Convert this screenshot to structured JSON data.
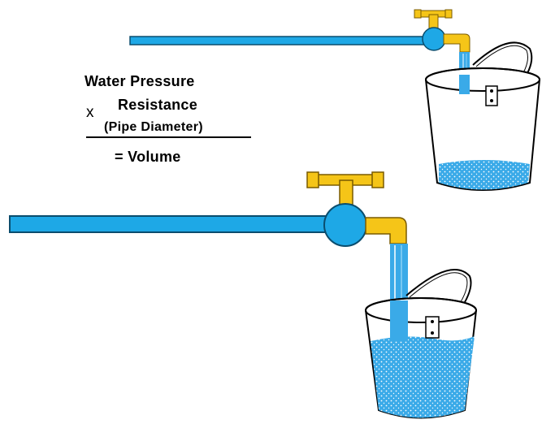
{
  "formula": {
    "line1": "Water Pressure",
    "operator": "x",
    "line2": "Resistance",
    "line3": "(Pipe Diameter)",
    "line4": "=  Volume"
  },
  "colors": {
    "pipe": "#1ea8e6",
    "pipe_outline": "#0a4d6e",
    "valve": "#f5c518",
    "valve_outline": "#7a5b00",
    "water": "#3aaae8",
    "bucket_outline": "#000000"
  },
  "icons": {
    "top_faucet": "faucet-icon",
    "bottom_faucet": "faucet-icon",
    "top_bucket": "bucket-icon",
    "bottom_bucket": "bucket-icon"
  },
  "buckets": {
    "top_fill_level": 0.25,
    "bottom_fill_level": 0.8
  }
}
